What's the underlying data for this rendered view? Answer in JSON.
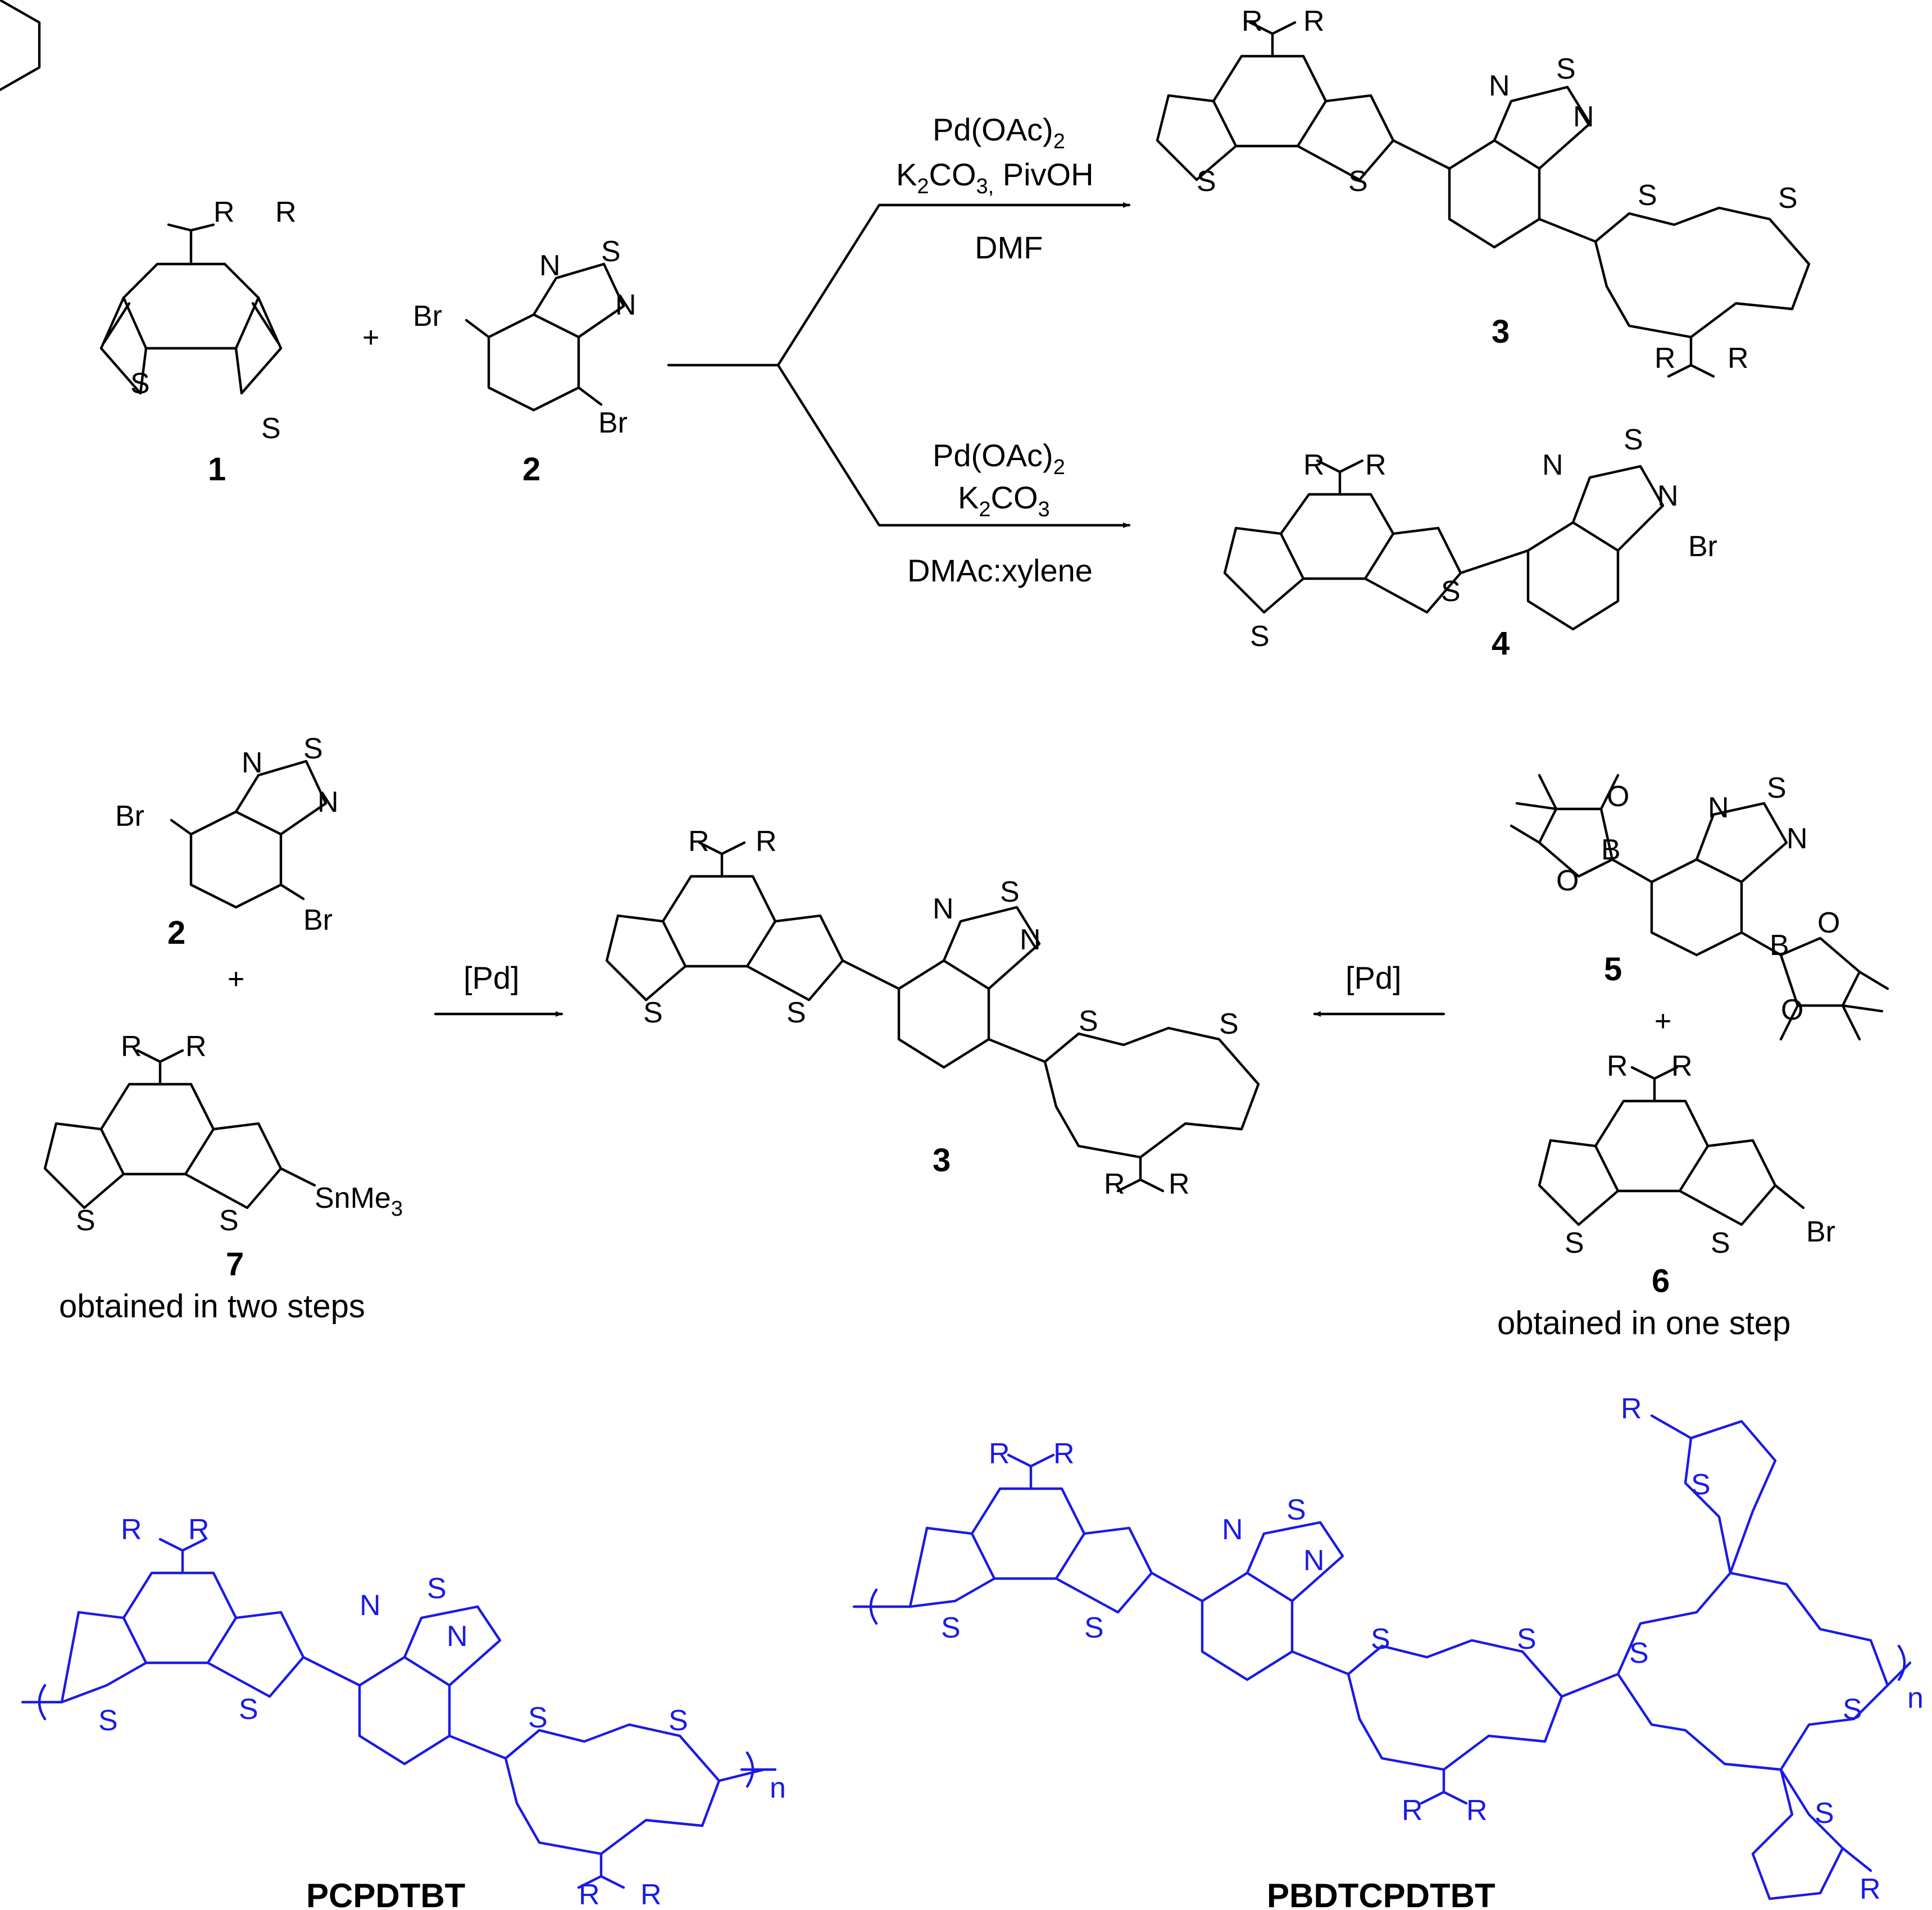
{
  "compounds": {
    "c1": "1",
    "c2": "2",
    "c3": "3",
    "c4": "4",
    "c5": "5",
    "c6": "6",
    "c7": "7",
    "c2b": "2",
    "c3b": "3"
  },
  "atoms": {
    "R": "R",
    "S": "S",
    "N": "N",
    "Br": "Br",
    "B": "B",
    "O": "O",
    "SnMe": "SnMe",
    "sub3": "3"
  },
  "operators": {
    "plus": "+"
  },
  "conditions": {
    "top": {
      "line1": "Pd(OAc)",
      "line1_sub": "2",
      "line2_a": "K",
      "line2_sub1": "2",
      "line2_b": "CO",
      "line2_sub2": "3,",
      "line2_c": " PivOH",
      "line3": "DMF"
    },
    "bottom": {
      "line1": "Pd(OAc)",
      "line1_sub": "2",
      "line2_a": "K",
      "line2_sub1": "2",
      "line2_b": "CO",
      "line2_sub2": "3",
      "line3": "DMAc:xylene"
    },
    "pd_left": "[Pd]",
    "pd_right": "[Pd]"
  },
  "notes": {
    "c7": "obtained in two steps",
    "c6": "obtained in one step"
  },
  "polymers": {
    "p1": {
      "name": "PCPDTBT",
      "n": "n"
    },
    "p2": {
      "name": "PBDTCPDTBT",
      "n": "n"
    }
  },
  "colors": {
    "structure": "#000000",
    "polymer": "#1a1ae6"
  }
}
